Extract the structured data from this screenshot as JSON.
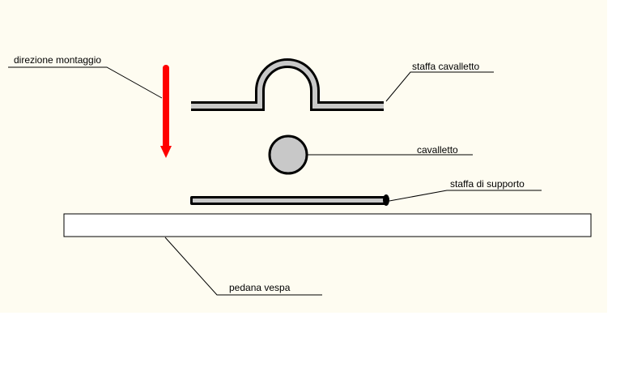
{
  "labels": {
    "direction": "direzione montaggio",
    "stand_bracket": "staffa cavalletto",
    "stand": "cavalletto",
    "support_bracket": "staffa di supporto",
    "footboard": "pedana vespa"
  },
  "colors": {
    "background": "#fefcf1",
    "outer_background": "#ffffff",
    "arrow": "#ff0000",
    "part_stroke": "#000000",
    "part_fill": "#c8c8c8",
    "footboard_fill": "#ffffff"
  },
  "icons": {
    "direction_arrow": "arrow-down-icon"
  }
}
